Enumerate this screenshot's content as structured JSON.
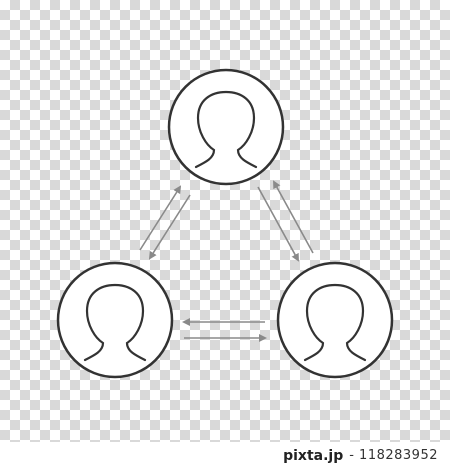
{
  "diagram": {
    "nodes": [
      {
        "id": "top",
        "icon": "person-icon"
      },
      {
        "id": "left",
        "icon": "person-icon"
      },
      {
        "id": "right",
        "icon": "person-icon"
      }
    ],
    "connections": [
      {
        "from": "top",
        "to": "left",
        "type": "bidirectional"
      },
      {
        "from": "top",
        "to": "right",
        "type": "bidirectional"
      },
      {
        "from": "left",
        "to": "right",
        "type": "bidirectional"
      }
    ],
    "colors": {
      "stroke": "#333333",
      "arrow": "#8a8a8a",
      "fill": "#ffffff"
    }
  },
  "watermark": {
    "brand": "pixta.jp",
    "id": "- 118283952"
  }
}
